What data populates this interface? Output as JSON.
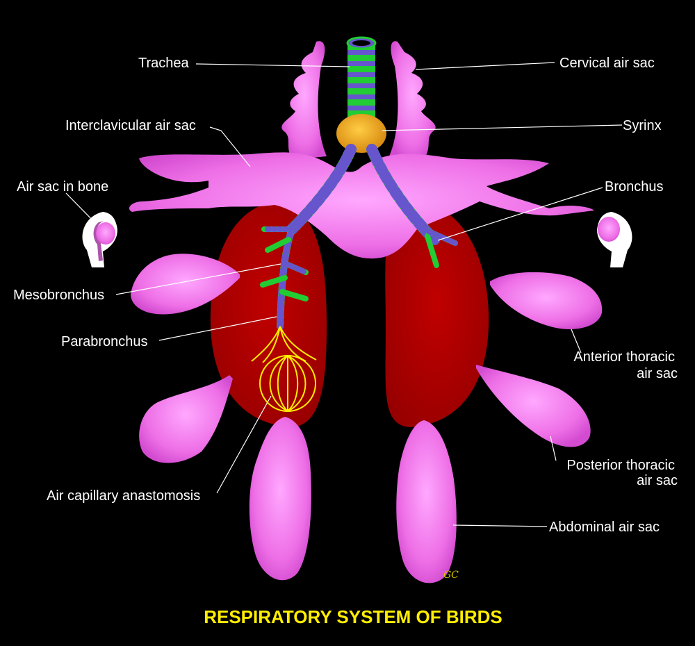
{
  "title": "RESPIRATORY SYSTEM OF BIRDS",
  "signature": "GC",
  "colors": {
    "background": "#000000",
    "air_sac": "#ee82ee",
    "lung": "#b00000",
    "ring_green": "#22cc33",
    "ring_blue": "#6655cc",
    "syrinx": "#e8a020",
    "capillary": "#ffee00",
    "label_text": "#ffffff",
    "title_text": "#ffee00"
  },
  "labels": {
    "trachea": "Trachea",
    "cervical_air_sac": "Cervical air sac",
    "interclavicular_air_sac": "Interclavicular air sac",
    "syrinx": "Syrinx",
    "air_sac_in_bone": "Air sac in bone",
    "bronchus": "Bronchus",
    "mesobronchus": "Mesobronchus",
    "parabronchus": "Parabronchus",
    "anterior_thoracic_air_sac_1": "Anterior thoracic",
    "anterior_thoracic_air_sac_2": "air sac",
    "posterior_thoracic_air_sac_1": "Posterior thoracic",
    "posterior_thoracic_air_sac_2": "air sac",
    "air_capillary_anastomosis": "Air capillary anastomosis",
    "abdominal_air_sac": "Abdominal air sac"
  }
}
